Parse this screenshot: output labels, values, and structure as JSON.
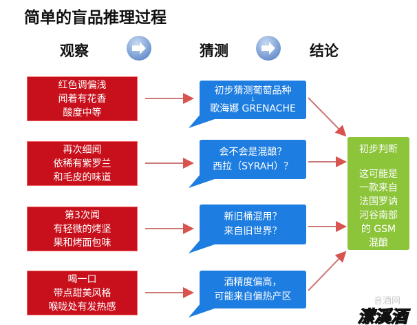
{
  "title": "简单的盲品推理过程",
  "headers": {
    "observe": "观察",
    "guess": "猜测",
    "conclusion": "结论"
  },
  "observations": [
    [
      "红色调偏浅",
      "闻着有花香",
      "酸度中等"
    ],
    [
      "再次细闻",
      "依稀有紫罗兰",
      "和毛皮的味道"
    ],
    [
      "第3次闻",
      "有轻微的烤坚",
      "果和烤面包味"
    ],
    [
      "喝一口",
      "带点甜美风格",
      "喉咙处有发热感"
    ]
  ],
  "guesses": [
    [
      "初步猜测葡萄品种",
      "↓",
      "歌海娜 GRENACHE"
    ],
    [
      "会不会是混酿？",
      "西拉（SYRAH）？"
    ],
    [
      "新旧桶混用？",
      "来自旧世界？"
    ],
    [
      "酒精度偏高，",
      "可能来自偏热产区"
    ]
  ],
  "conclusion": {
    "heading": "初步判断",
    "lines": [
      "这可能是",
      "一款来自",
      "法国罗讷",
      "河谷南部",
      "的 GSM",
      "混酿"
    ]
  },
  "watermark": {
    "site": "音酒网",
    "logo": "潆溪酒"
  },
  "colors": {
    "red": "#c8101c",
    "blue": "#1d7de0",
    "green": "#8cc43a",
    "arrow": "#d9534f"
  }
}
